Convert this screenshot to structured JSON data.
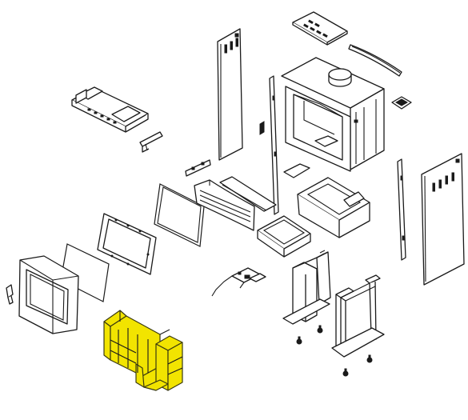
{
  "diagram": {
    "type": "exploded-parts-view",
    "highlight_color": "#f2e400",
    "line_color": "#1a1a1a",
    "background": "#ffffff",
    "parts": [
      {
        "id": "top-baffle-plate",
        "highlighted": false
      },
      {
        "id": "top-curved-trim",
        "highlighted": false
      },
      {
        "id": "firebox-body",
        "highlighted": false
      },
      {
        "id": "air-vent-grille",
        "highlighted": false
      },
      {
        "id": "left-side-panel",
        "highlighted": false
      },
      {
        "id": "left-rail",
        "highlighted": false
      },
      {
        "id": "right-side-panel",
        "highlighted": false
      },
      {
        "id": "right-rail",
        "highlighted": false
      },
      {
        "id": "blower-assembly",
        "highlighted": false
      },
      {
        "id": "blower-bracket",
        "highlighted": false
      },
      {
        "id": "small-bracket",
        "highlighted": false
      },
      {
        "id": "glass-panel",
        "highlighted": false
      },
      {
        "id": "louver-assembly",
        "highlighted": false
      },
      {
        "id": "top-cover-strip",
        "highlighted": false
      },
      {
        "id": "ash-tray",
        "highlighted": false
      },
      {
        "id": "heat-shield",
        "highlighted": false
      },
      {
        "id": "door-gasket",
        "highlighted": false
      },
      {
        "id": "door-glass",
        "highlighted": false
      },
      {
        "id": "front-door",
        "highlighted": false
      },
      {
        "id": "door-handle",
        "highlighted": false
      },
      {
        "id": "fire-brick-set",
        "highlighted": true
      },
      {
        "id": "wire-harness",
        "highlighted": false
      },
      {
        "id": "pedestal-front",
        "highlighted": false
      },
      {
        "id": "pedestal-rear",
        "highlighted": false
      },
      {
        "id": "leveling-feet",
        "highlighted": false
      }
    ]
  }
}
